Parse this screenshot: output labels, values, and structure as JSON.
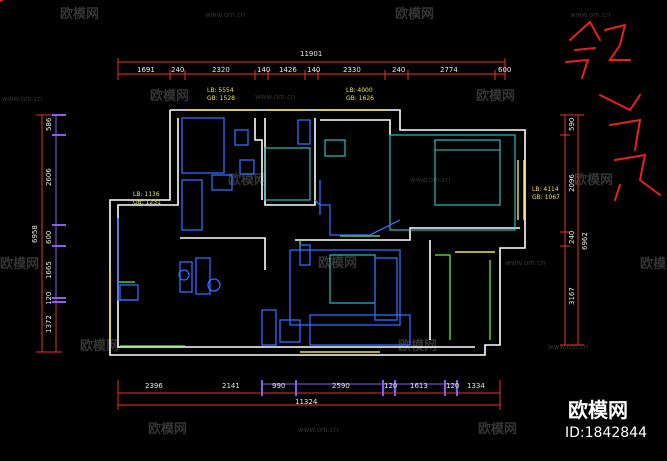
{
  "drawing": {
    "total_top": "11901",
    "total_bottom": "11324",
    "top_segments": [
      "1691",
      "240",
      "2320",
      "140",
      "1426",
      "140",
      "2330",
      "240",
      "2774",
      "600"
    ],
    "bottom_segments": [
      "2396",
      "2141",
      "990",
      "2590",
      "120",
      "1613",
      "120",
      "1334"
    ],
    "left_segments": [
      "586",
      "2606",
      "600",
      "1665",
      "120",
      "1372"
    ],
    "left_total": "6958",
    "right_segments": [
      "590",
      "2096",
      "240",
      "3167"
    ],
    "right_total": "6962",
    "room_labels": [
      {
        "line1": "LB: 5554",
        "line2": "GB: 1528"
      },
      {
        "line1": "LB: 4000",
        "line2": "GB: 1626"
      },
      {
        "line1": "LB: 1136",
        "line2": "GB: 1231"
      },
      {
        "line1": "LB: 4114",
        "line2": "GB: 1067"
      }
    ],
    "handwriting": "领资"
  },
  "watermark": {
    "brand": "欧模网",
    "url": "www.om.cn",
    "logo": "欧模网",
    "id": "ID:1842844"
  },
  "colors": {
    "wall": "#ffffff",
    "furniture_blue": "#2f6cff",
    "cyan": "#2ad0d0",
    "green": "#6ee64a",
    "yellow": "#f0e640",
    "dim_red": "#e8342a",
    "dim_purple": "#8a5cf0",
    "handwriting": "#e8221a"
  }
}
